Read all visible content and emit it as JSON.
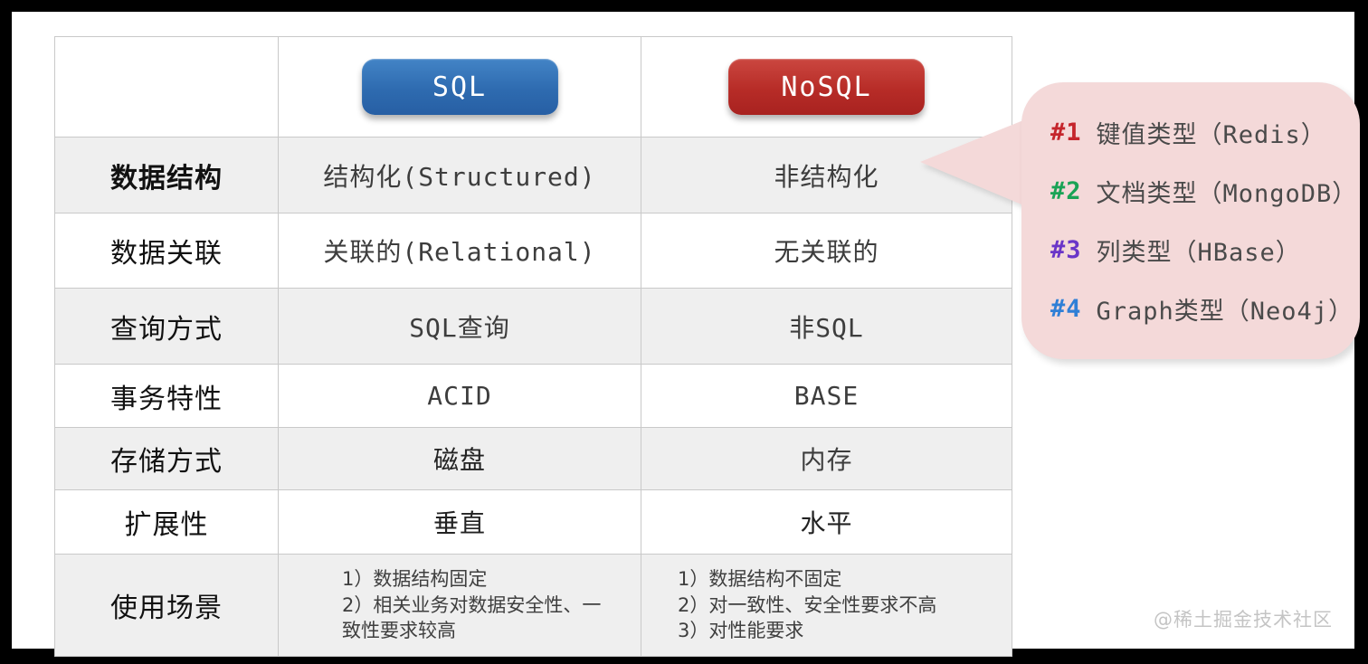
{
  "table": {
    "header": {
      "sql_label": "SQL",
      "nosql_label": "NoSQL"
    },
    "rows": [
      {
        "label": "数据结构",
        "sql": "结构化(Structured)",
        "nosql": "非结构化"
      },
      {
        "label": "数据关联",
        "sql": "关联的(Relational)",
        "nosql": "无关联的"
      },
      {
        "label": "查询方式",
        "sql": "SQL查询",
        "nosql": "非SQL"
      },
      {
        "label": "事务特性",
        "sql": "ACID",
        "nosql": "BASE"
      },
      {
        "label": "存储方式",
        "sql": "磁盘",
        "nosql": "内存"
      },
      {
        "label": "扩展性",
        "sql": "垂直",
        "nosql": "水平"
      },
      {
        "label": "使用场景",
        "sql": "1）数据结构固定\n2）相关业务对数据安全性、一致性要求较高",
        "nosql": "1）数据结构不固定\n2）对一致性、安全性要求不高\n3）对性能要求"
      }
    ]
  },
  "callout": {
    "items": [
      {
        "tag": "#1",
        "text": "键值类型（Redis）",
        "tag_color": "#c5252c"
      },
      {
        "tag": "#2",
        "text": "文档类型（MongoDB）",
        "tag_color": "#1aa356"
      },
      {
        "tag": "#3",
        "text": "列类型（HBase）",
        "tag_color": "#6a35c8"
      },
      {
        "tag": "#4",
        "text": "Graph类型（Neo4j）",
        "tag_color": "#2f7fd6"
      }
    ],
    "bubble_color": "#f4d9d9"
  },
  "watermark": "@稀土掘金技术社区",
  "colors": {
    "sql_pill": "#2e6bb0",
    "nosql_pill": "#b72c27",
    "row_stripe": "#efefef",
    "table_border": "#c9c9c9"
  }
}
